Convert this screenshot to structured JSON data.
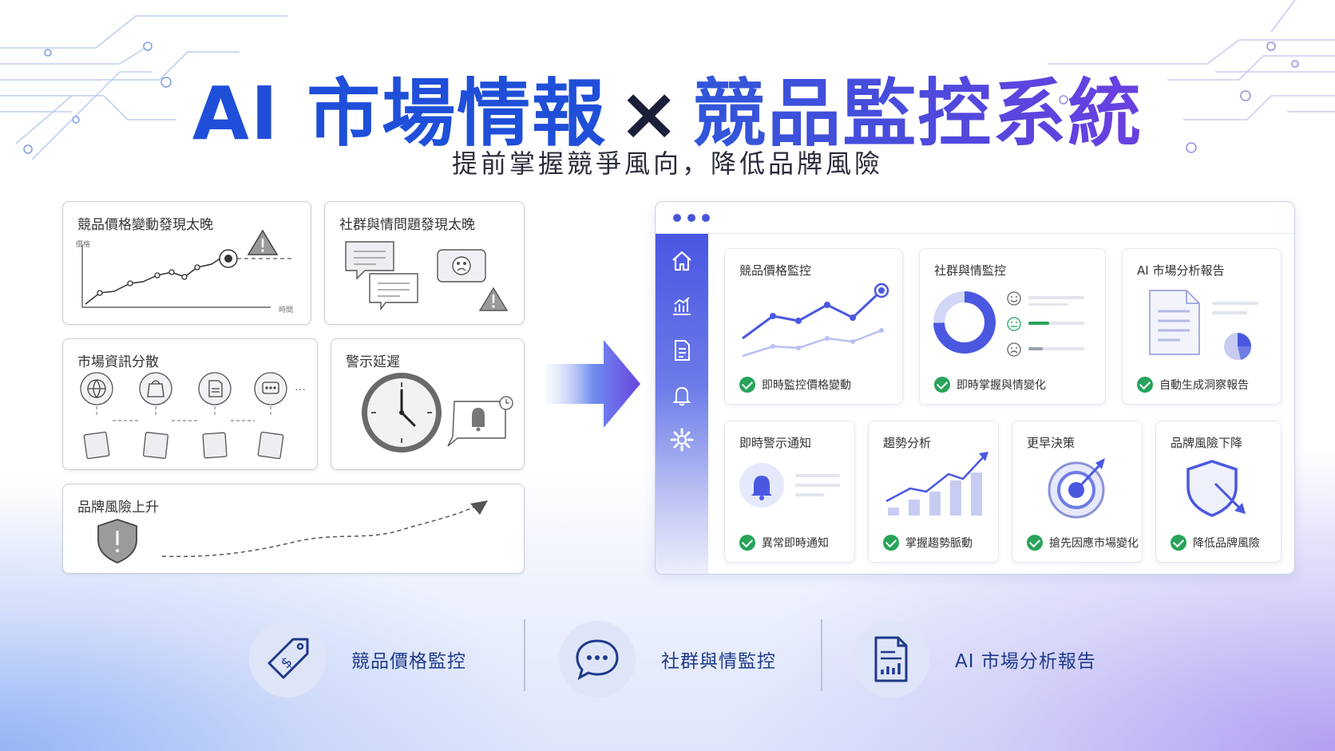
{
  "header": {
    "title_part1": "AI 市場情報",
    "title_times": "×",
    "title_part2": "競品監控系統",
    "subtitle": "提前掌握競爭風向，降低品牌風險"
  },
  "problems": {
    "price_card": {
      "title": "競品價格變動發現太晚",
      "y_axis": "價格",
      "x_axis": "時間"
    },
    "social_card": {
      "title": "社群與情問題發現太晚"
    },
    "scattered_card": {
      "title": "市場資訊分散",
      "ellipsis": "···"
    },
    "delay_card": {
      "title": "警示延遲"
    },
    "risk_card": {
      "title": "品牌風險上升"
    }
  },
  "dashboard": {
    "sidebar": [
      "home-icon",
      "bar-chart-icon",
      "document-icon",
      "bell-icon",
      "gear-icon"
    ],
    "panels": {
      "price": {
        "title": "競品價格監控",
        "foot": "即時監控價格變動"
      },
      "social": {
        "title": "社群與情監控",
        "foot": "即時掌握與情變化"
      },
      "report": {
        "title": "AI 市場分析報告",
        "foot": "自動生成洞察報告"
      },
      "alert": {
        "title": "即時警示通知",
        "foot": "異常即時通知"
      },
      "trend": {
        "title": "趨勢分析",
        "foot": "掌握趨勢脈動"
      },
      "decision": {
        "title": "更早決策",
        "foot": "搶先因應市場變化"
      },
      "risk": {
        "title": "品牌風險下降",
        "foot": "降低品牌風險"
      }
    }
  },
  "bottom": {
    "items": [
      {
        "label": "競品價格監控",
        "icon": "price-tag-icon"
      },
      {
        "label": "社群與情監控",
        "icon": "chat-bubble-icon"
      },
      {
        "label": "AI 市場分析報告",
        "icon": "report-icon"
      }
    ]
  },
  "colors": {
    "primary": "#1f4fd8",
    "accent": "#6a3fe0",
    "success": "#27a35a"
  }
}
